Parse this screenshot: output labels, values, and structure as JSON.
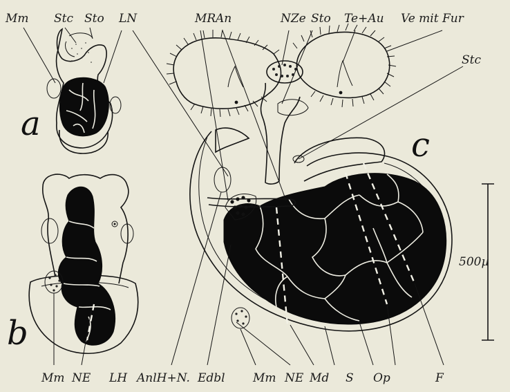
{
  "panels": {
    "a": "a",
    "b": "b",
    "c": "c"
  },
  "labels_top": {
    "mm": "Mm",
    "stc": "Stc",
    "sto": "Sto",
    "ln": "LN",
    "mr": "MR",
    "an": "An",
    "nze": "NZe",
    "sto_c": "Sto",
    "te_au": "Te+Au",
    "ve_fur": "Ve mit Fur",
    "stc_c": "Stc"
  },
  "labels_bottom": {
    "mm_b": "Mm",
    "ne_b": "NE",
    "lh": "LH",
    "anlh": "AnlH+N.",
    "edbl": "Edbl",
    "mm_c": "Mm",
    "ne_c": "NE",
    "md": "Md",
    "s": "S",
    "op": "Op",
    "f": "F"
  },
  "scale_bar": {
    "label": "500µ"
  },
  "colors": {
    "paper": "#ebe9da",
    "ink": "#141414",
    "fill": "#0b0b0b"
  }
}
